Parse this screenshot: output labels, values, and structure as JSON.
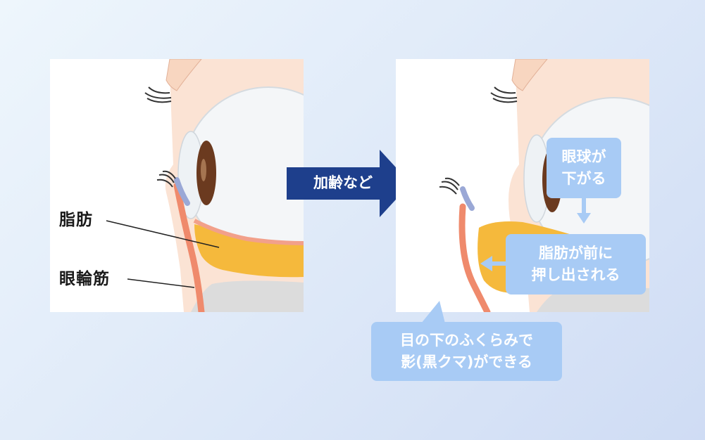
{
  "labels": {
    "fat": "脂肪",
    "orbicularis": "眼輪筋"
  },
  "arrow": {
    "text": "加齢など"
  },
  "bubbles": {
    "eyeball_down": [
      "眼球が",
      "下がる"
    ],
    "fat_pushed": [
      "脂肪が前に",
      "押し出される"
    ],
    "shadow": [
      "目の下のふくらみで",
      "影(黒クマ)ができる"
    ]
  },
  "colors": {
    "arrow": "#1e3f8c",
    "bubble": "#a8cbf5",
    "fat": "#f5b93c",
    "muscle": "#ef8a6c",
    "skin": "#fbe3d4",
    "iris": "#6b3a1f"
  }
}
